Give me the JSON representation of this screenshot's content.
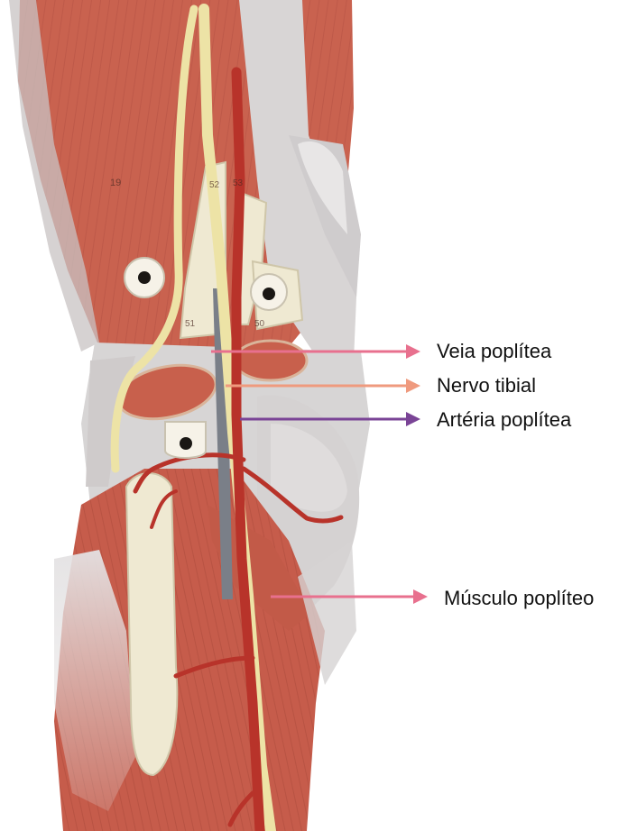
{
  "labels": {
    "veia": "Veia poplítea",
    "nervo": "Nervo tibial",
    "arteria": "Artéria poplítea",
    "musculo": "Músculo poplíteo"
  },
  "model_marks": {
    "m1": "19",
    "m2": "51",
    "m3": "52",
    "m4": "50",
    "m5": "53"
  },
  "colors": {
    "arrow_veia": "#e8708e",
    "arrow_nervo": "#ef9a7e",
    "arrow_arteria": "#7a4496",
    "arrow_musculo": "#e8708e",
    "muscle": "#c9624f",
    "nerve": "#ede3a6",
    "artery": "#b8332a",
    "bone": "#efe9d2",
    "ligament": "#d9d7d6"
  },
  "icons": {
    "arrow": "right-arrow"
  }
}
